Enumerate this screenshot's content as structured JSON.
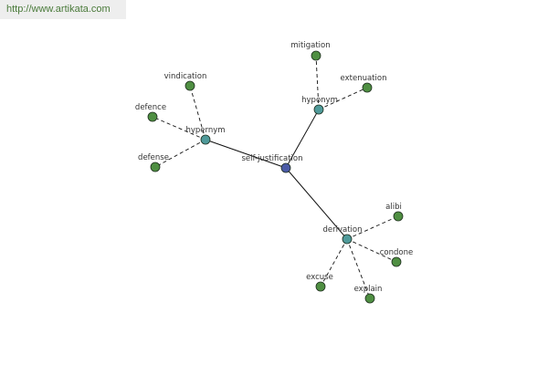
{
  "site": {
    "url": "http://www.artikata.com"
  },
  "colors": {
    "root_node": "#4a5aa6",
    "relation_node": "#4f9a9a",
    "leaf_node": "#4f8f42",
    "node_stroke": "#1e2e1e",
    "edge": "#111111"
  },
  "graph": {
    "root": {
      "label": "self-justification"
    },
    "relations": [
      {
        "id": "hypernym",
        "label": "hypernym",
        "leaves": [
          {
            "id": "vindication",
            "label": "vindication"
          },
          {
            "id": "defence",
            "label": "defence"
          },
          {
            "id": "defense",
            "label": "defense"
          }
        ]
      },
      {
        "id": "hyponym",
        "label": "hyponym",
        "leaves": [
          {
            "id": "mitigation",
            "label": "mitigation"
          },
          {
            "id": "extenuation",
            "label": "extenuation"
          }
        ]
      },
      {
        "id": "derivation",
        "label": "derivation",
        "leaves": [
          {
            "id": "alibi",
            "label": "alibi"
          },
          {
            "id": "condone",
            "label": "condone"
          },
          {
            "id": "excuse",
            "label": "excuse"
          },
          {
            "id": "explain",
            "label": "explain"
          }
        ]
      }
    ]
  }
}
